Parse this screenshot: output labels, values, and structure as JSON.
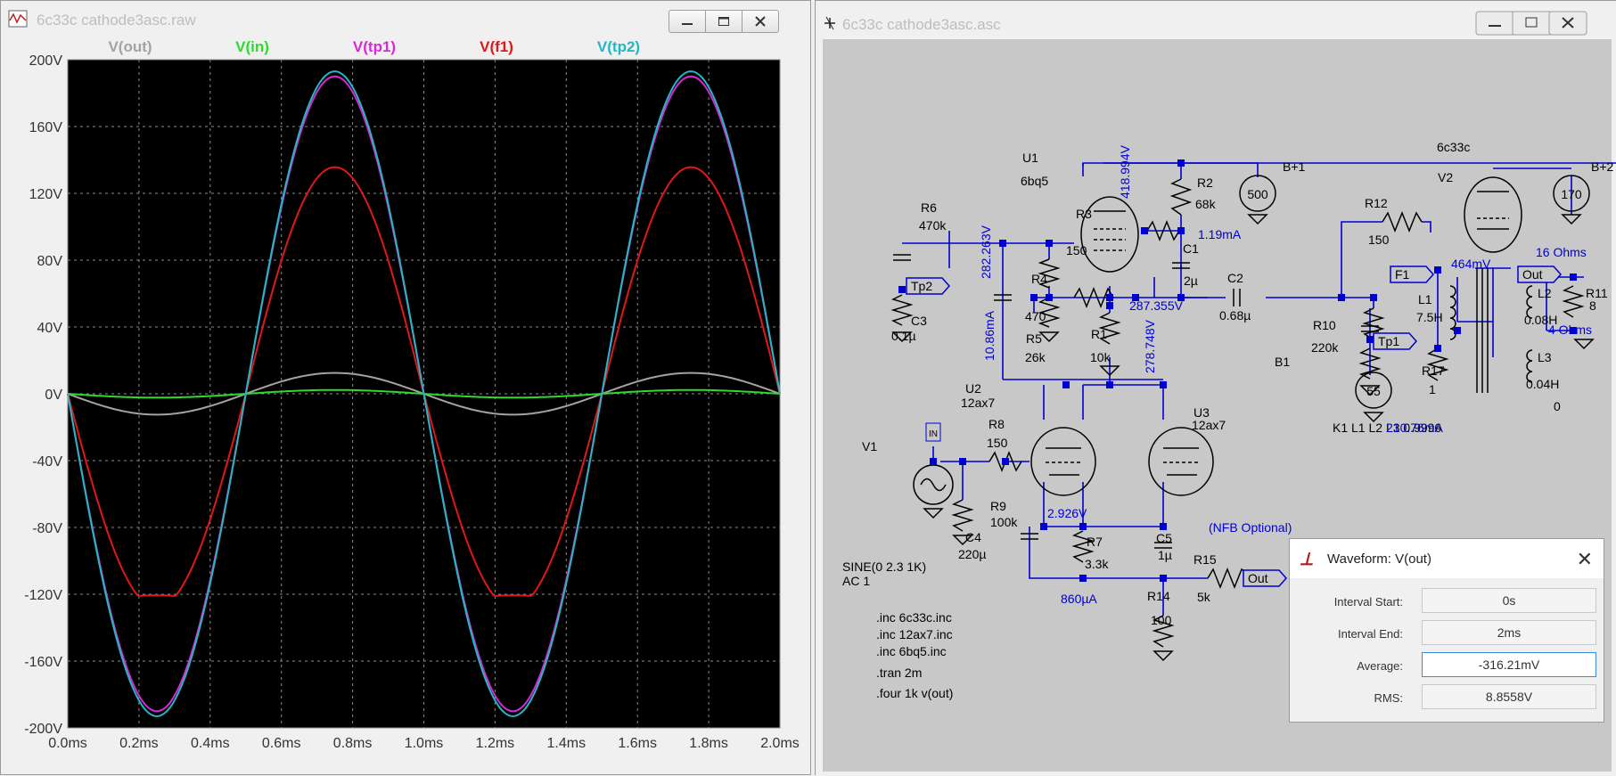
{
  "plot_window": {
    "title": "6c33c cathode3asc.raw",
    "traces": [
      {
        "name": "V(out)",
        "color": "#a3a3a3"
      },
      {
        "name": "V(in)",
        "color": "#2cdc2c"
      },
      {
        "name": "V(tp1)",
        "color": "#d62ad6"
      },
      {
        "name": "V(f1)",
        "color": "#e01818"
      },
      {
        "name": "V(tp2)",
        "color": "#23b7c4"
      }
    ]
  },
  "chart_data": {
    "type": "line",
    "x_ticks": [
      "0.0ms",
      "0.2ms",
      "0.4ms",
      "0.6ms",
      "0.8ms",
      "1.0ms",
      "1.2ms",
      "1.4ms",
      "1.6ms",
      "1.8ms",
      "2.0ms"
    ],
    "y_ticks": [
      "200V",
      "160V",
      "120V",
      "80V",
      "40V",
      "0V",
      "-40V",
      "-80V",
      "-120V",
      "-160V",
      "-200V"
    ],
    "xlim": [
      0,
      2
    ],
    "ylim": [
      -200,
      200
    ],
    "grid": true,
    "series": [
      {
        "name": "V(out)",
        "amplitude": -12.5,
        "color": "#a3a3a3"
      },
      {
        "name": "V(in)",
        "amplitude": -2.3,
        "color": "#2cdc2c"
      },
      {
        "name": "V(tp1)",
        "amplitude": -190,
        "color": "#d62ad6"
      },
      {
        "name": "V(f1)",
        "amplitude": -128,
        "color": "#e01818",
        "clip": "-121V peak, flattened trough"
      },
      {
        "name": "V(tp2)",
        "amplitude": -193,
        "color": "#23b7c4"
      }
    ]
  },
  "schematic_window": {
    "title": "6c33c cathode3asc.asc",
    "labels": [
      {
        "id": "U1",
        "text": "U1"
      },
      {
        "id": "6bq5",
        "text": "6bq5"
      },
      {
        "id": "R6",
        "text": "R6"
      },
      {
        "id": "470k",
        "text": "470k"
      },
      {
        "id": "R3",
        "text": "R3"
      },
      {
        "id": "150a",
        "text": "150"
      },
      {
        "id": "R2",
        "text": "R2"
      },
      {
        "id": "68k",
        "text": "68k"
      },
      {
        "id": "C1",
        "text": "C1"
      },
      {
        "id": "2u",
        "text": "2µ"
      },
      {
        "id": "R4",
        "text": "R4"
      },
      {
        "id": "470",
        "text": "470"
      },
      {
        "id": "R5",
        "text": "R5"
      },
      {
        "id": "26k",
        "text": "26k"
      },
      {
        "id": "R1",
        "text": "R1"
      },
      {
        "id": "10k",
        "text": "10k"
      },
      {
        "id": "C3",
        "text": "C3"
      },
      {
        "id": "01u",
        "text": "0.1µ"
      },
      {
        "id": "C2",
        "text": "C2"
      },
      {
        "id": "068u",
        "text": "0.68µ"
      },
      {
        "id": "R10",
        "text": "R10"
      },
      {
        "id": "220k",
        "text": "220k"
      },
      {
        "id": "B1",
        "text": "B1"
      },
      {
        "id": "R12",
        "text": "R12"
      },
      {
        "id": "150b",
        "text": "150"
      },
      {
        "id": "V2",
        "text": "V2"
      },
      {
        "id": "6c33c",
        "text": "6c33c"
      },
      {
        "id": "B+1",
        "text": "B+1"
      },
      {
        "id": "B+2",
        "text": "B+2"
      },
      {
        "id": "L1",
        "text": "L1"
      },
      {
        "id": "7.5H",
        "text": "7.5H"
      },
      {
        "id": "L2",
        "text": "L2"
      },
      {
        "id": "0.08H",
        "text": "0.08H"
      },
      {
        "id": "L3",
        "text": "L3"
      },
      {
        "id": "0.04H",
        "text": "0.04H"
      },
      {
        "id": "R11",
        "text": "R11"
      },
      {
        "id": "8",
        "text": "8"
      },
      {
        "id": "R17",
        "text": "R17"
      },
      {
        "id": "1",
        "text": "1"
      },
      {
        "id": "zero",
        "text": "0"
      },
      {
        "id": "K1",
        "text": "K1 L1 L2 L3 0.9996"
      },
      {
        "id": "U2",
        "text": "U2"
      },
      {
        "id": "12ax7a",
        "text": "12ax7"
      },
      {
        "id": "U3",
        "text": "U3"
      },
      {
        "id": "12ax7b",
        "text": "12ax7"
      },
      {
        "id": "V1",
        "text": "V1"
      },
      {
        "id": "R8",
        "text": "R8"
      },
      {
        "id": "150c",
        "text": "150"
      },
      {
        "id": "R9",
        "text": "R9"
      },
      {
        "id": "100k",
        "text": "100k"
      },
      {
        "id": "C4",
        "text": "C4"
      },
      {
        "id": "220u",
        "text": "220µ"
      },
      {
        "id": "R7",
        "text": "R7"
      },
      {
        "id": "3.3k",
        "text": "3.3k"
      },
      {
        "id": "C5",
        "text": "C5"
      },
      {
        "id": "1u",
        "text": "1µ"
      },
      {
        "id": "R14",
        "text": "R14"
      },
      {
        "id": "100",
        "text": "100"
      },
      {
        "id": "R15",
        "text": "R15"
      },
      {
        "id": "5k",
        "text": "5k"
      },
      {
        "id": "sine",
        "text": "SINE(0 2.3 1K)"
      },
      {
        "id": "ac1",
        "text": "AC 1"
      },
      {
        "id": "inc1",
        "text": ".inc 6c33c.inc"
      },
      {
        "id": "inc2",
        "text": ".inc 12ax7.inc"
      },
      {
        "id": "inc3",
        "text": ".inc 6bq5.inc"
      },
      {
        "id": "tran",
        "text": ".tran 2m"
      },
      {
        "id": "four",
        "text": ".four 1k v(out)"
      }
    ],
    "supplies": [
      {
        "id": "b500",
        "text": "500"
      },
      {
        "id": "b170",
        "text": "170"
      },
      {
        "id": "b55",
        "text": "55"
      }
    ],
    "nets": [
      {
        "id": "tp2",
        "text": "Tp2"
      },
      {
        "id": "tp1",
        "text": "Tp1"
      },
      {
        "id": "f1",
        "text": "F1"
      },
      {
        "id": "out1",
        "text": "Out"
      },
      {
        "id": "out2",
        "text": "Out"
      },
      {
        "id": "in",
        "text": "IN"
      }
    ],
    "operating_points": [
      {
        "id": "v418",
        "text": "418.994V"
      },
      {
        "id": "i119",
        "text": "1.19mA"
      },
      {
        "id": "v282",
        "text": "282.263V"
      },
      {
        "id": "i1086",
        "text": "10.86mA"
      },
      {
        "id": "v287",
        "text": "287.355V"
      },
      {
        "id": "v278",
        "text": "278.748V"
      },
      {
        "id": "v464",
        "text": "464mV"
      },
      {
        "id": "ohm16",
        "text": "16 Ohms"
      },
      {
        "id": "ohm4",
        "text": "4 Ohms"
      },
      {
        "id": "i210",
        "text": "210.76mA"
      },
      {
        "id": "v2926",
        "text": "2.926V"
      },
      {
        "id": "i860",
        "text": "860µA"
      },
      {
        "id": "nfb",
        "text": "(NFB Optional)"
      }
    ]
  },
  "waveform_dialog": {
    "title": "Waveform: V(out)",
    "fields": [
      {
        "label": "Interval Start:",
        "value": "0s"
      },
      {
        "label": "Interval End:",
        "value": "2ms"
      },
      {
        "label": "Average:",
        "value": "-316.21mV"
      },
      {
        "label": "RMS:",
        "value": "8.8558V"
      }
    ]
  }
}
